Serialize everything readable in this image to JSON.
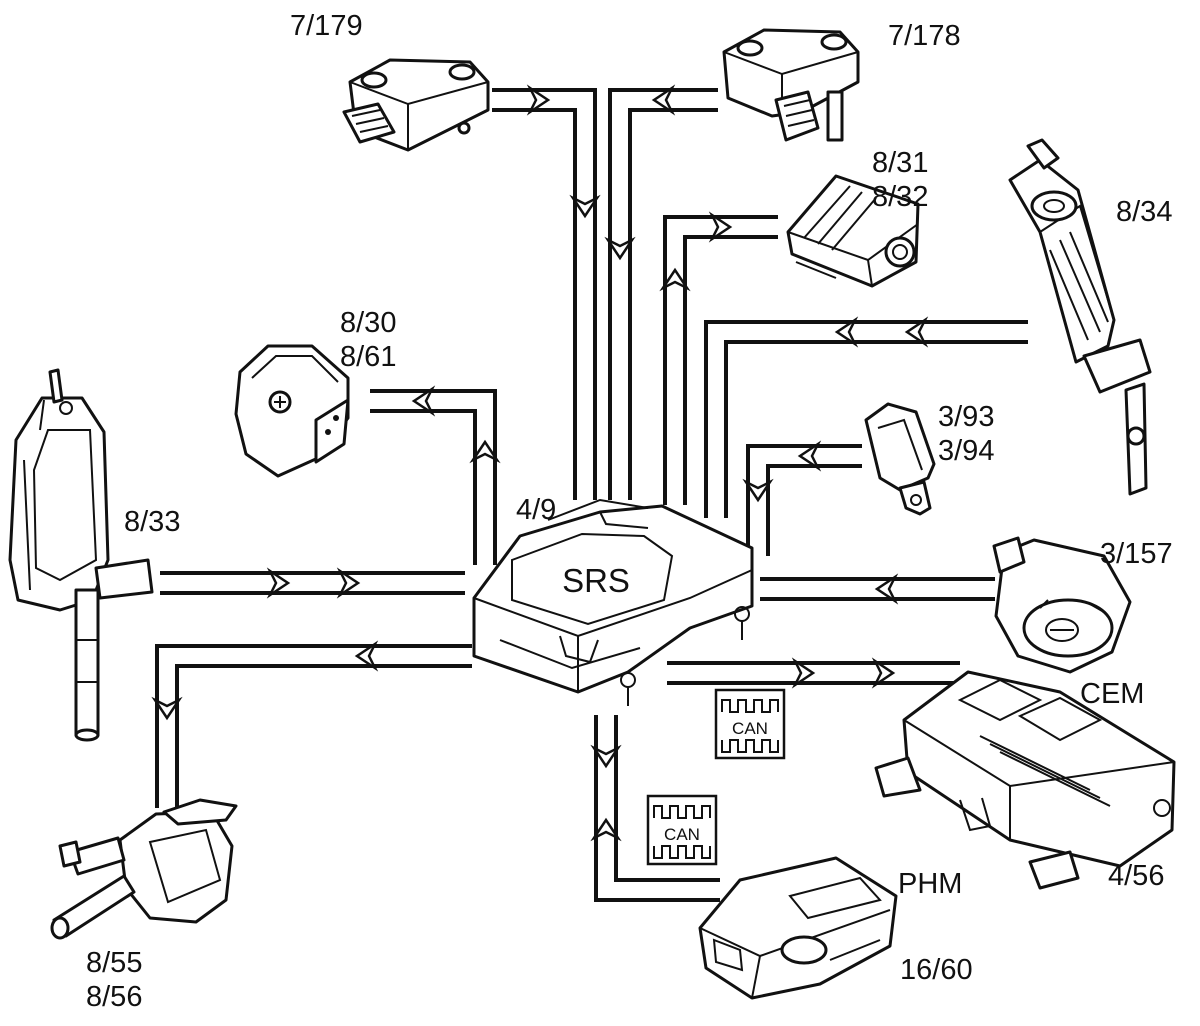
{
  "labels": {
    "sensor_7_179": "7/179",
    "sensor_7_178": "7/178",
    "module_8_31": "8/31\n8/32",
    "curtain_8_34": "8/34",
    "airbag_8_30": "8/30\n8/61",
    "buckle_3_93": "3/93\n3/94",
    "srs_4_9": "4/9",
    "pretensioner_8_33": "8/33",
    "switch_3_157": "3/157",
    "cem_name": "CEM",
    "cem_4_56": "4/56",
    "phm_name": "PHM",
    "phm_16_60": "16/60",
    "pretensioner_8_55": "8/55\n8/56"
  },
  "srs_unit": {
    "text": "SRS"
  },
  "can_badges": [
    {
      "text": "CAN"
    },
    {
      "text": "CAN"
    }
  ]
}
